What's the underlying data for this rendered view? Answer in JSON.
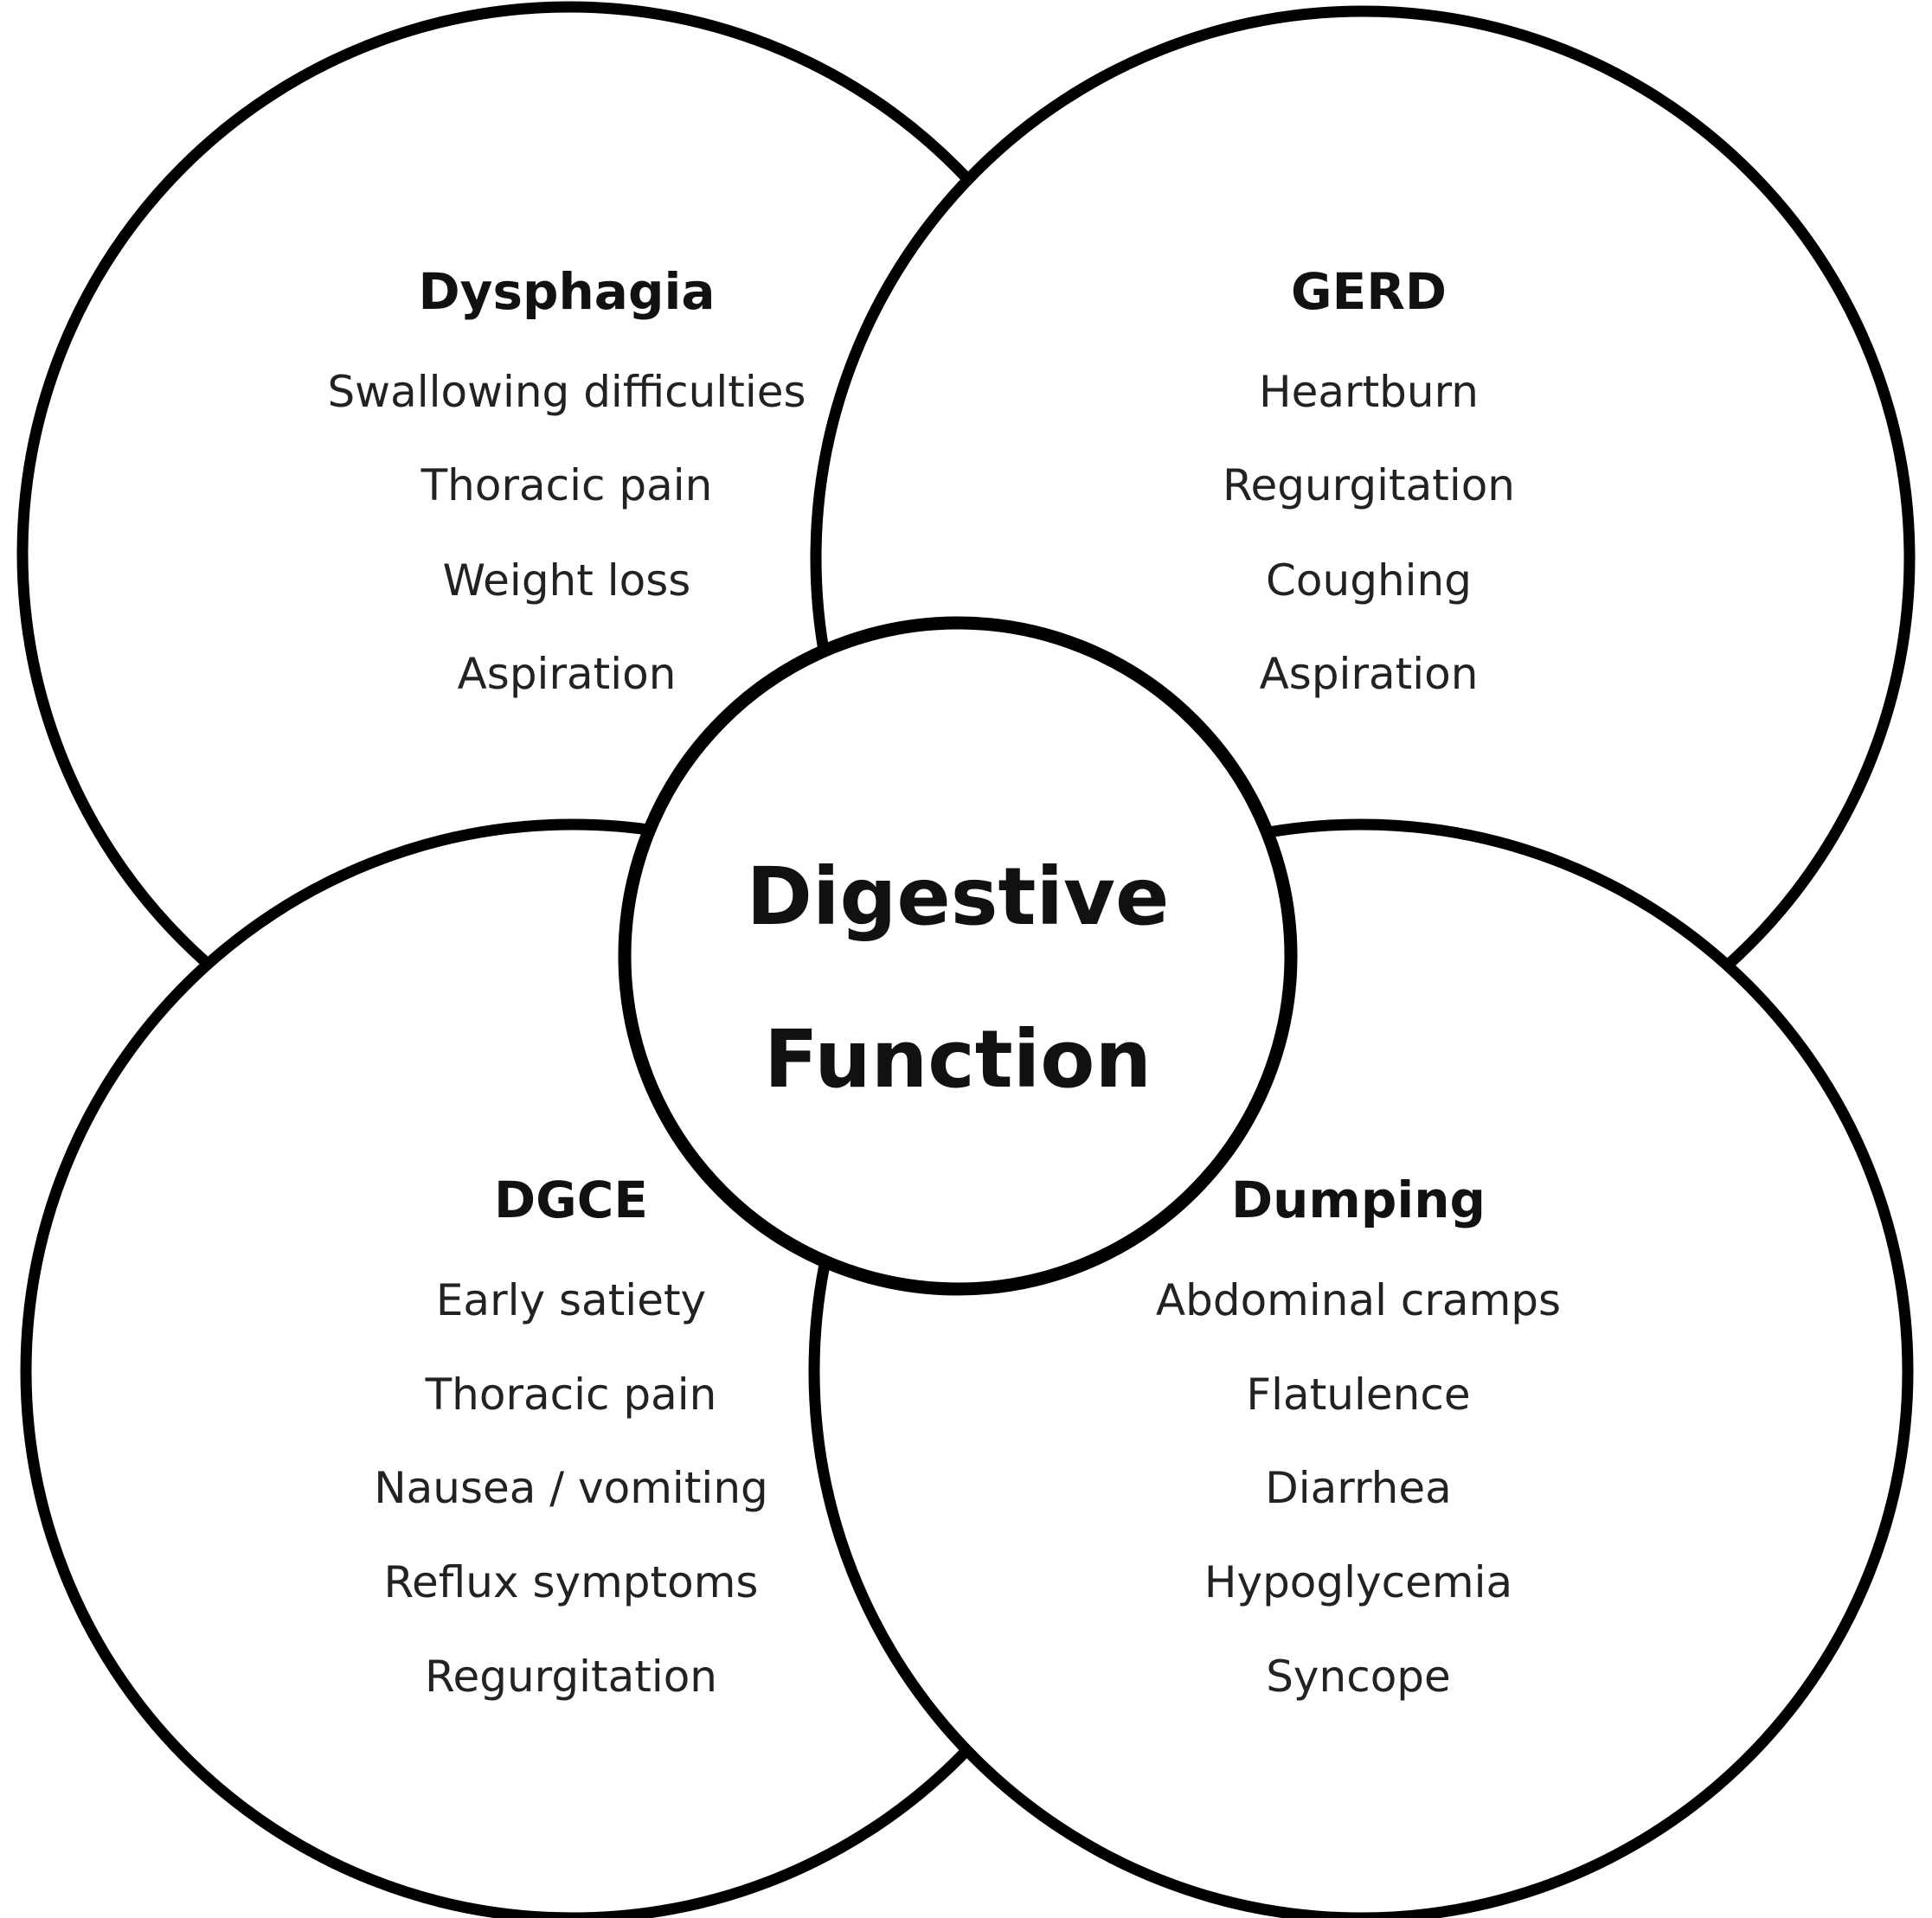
{
  "center": {
    "line1": "Digestive",
    "line2": "Function"
  },
  "circles": {
    "top_left": {
      "title": "Dysphagia",
      "items": [
        "Swallowing difficulties",
        "Thoracic pain",
        "Weight loss",
        "Aspiration"
      ]
    },
    "top_right": {
      "title": "GERD",
      "items": [
        "Heartburn",
        "Regurgitation",
        "Coughing",
        "Aspiration"
      ]
    },
    "bottom_left": {
      "title": "DGCE",
      "items": [
        "Early satiety",
        "Thoracic pain",
        "Nausea / vomiting",
        "Reflux symptoms",
        "Regurgitation"
      ]
    },
    "bottom_right": {
      "title": "Dumping",
      "items": [
        "Abdominal cramps",
        "Flatulence",
        "Diarrhea",
        "Hypoglycemia",
        "Syncope"
      ]
    }
  }
}
